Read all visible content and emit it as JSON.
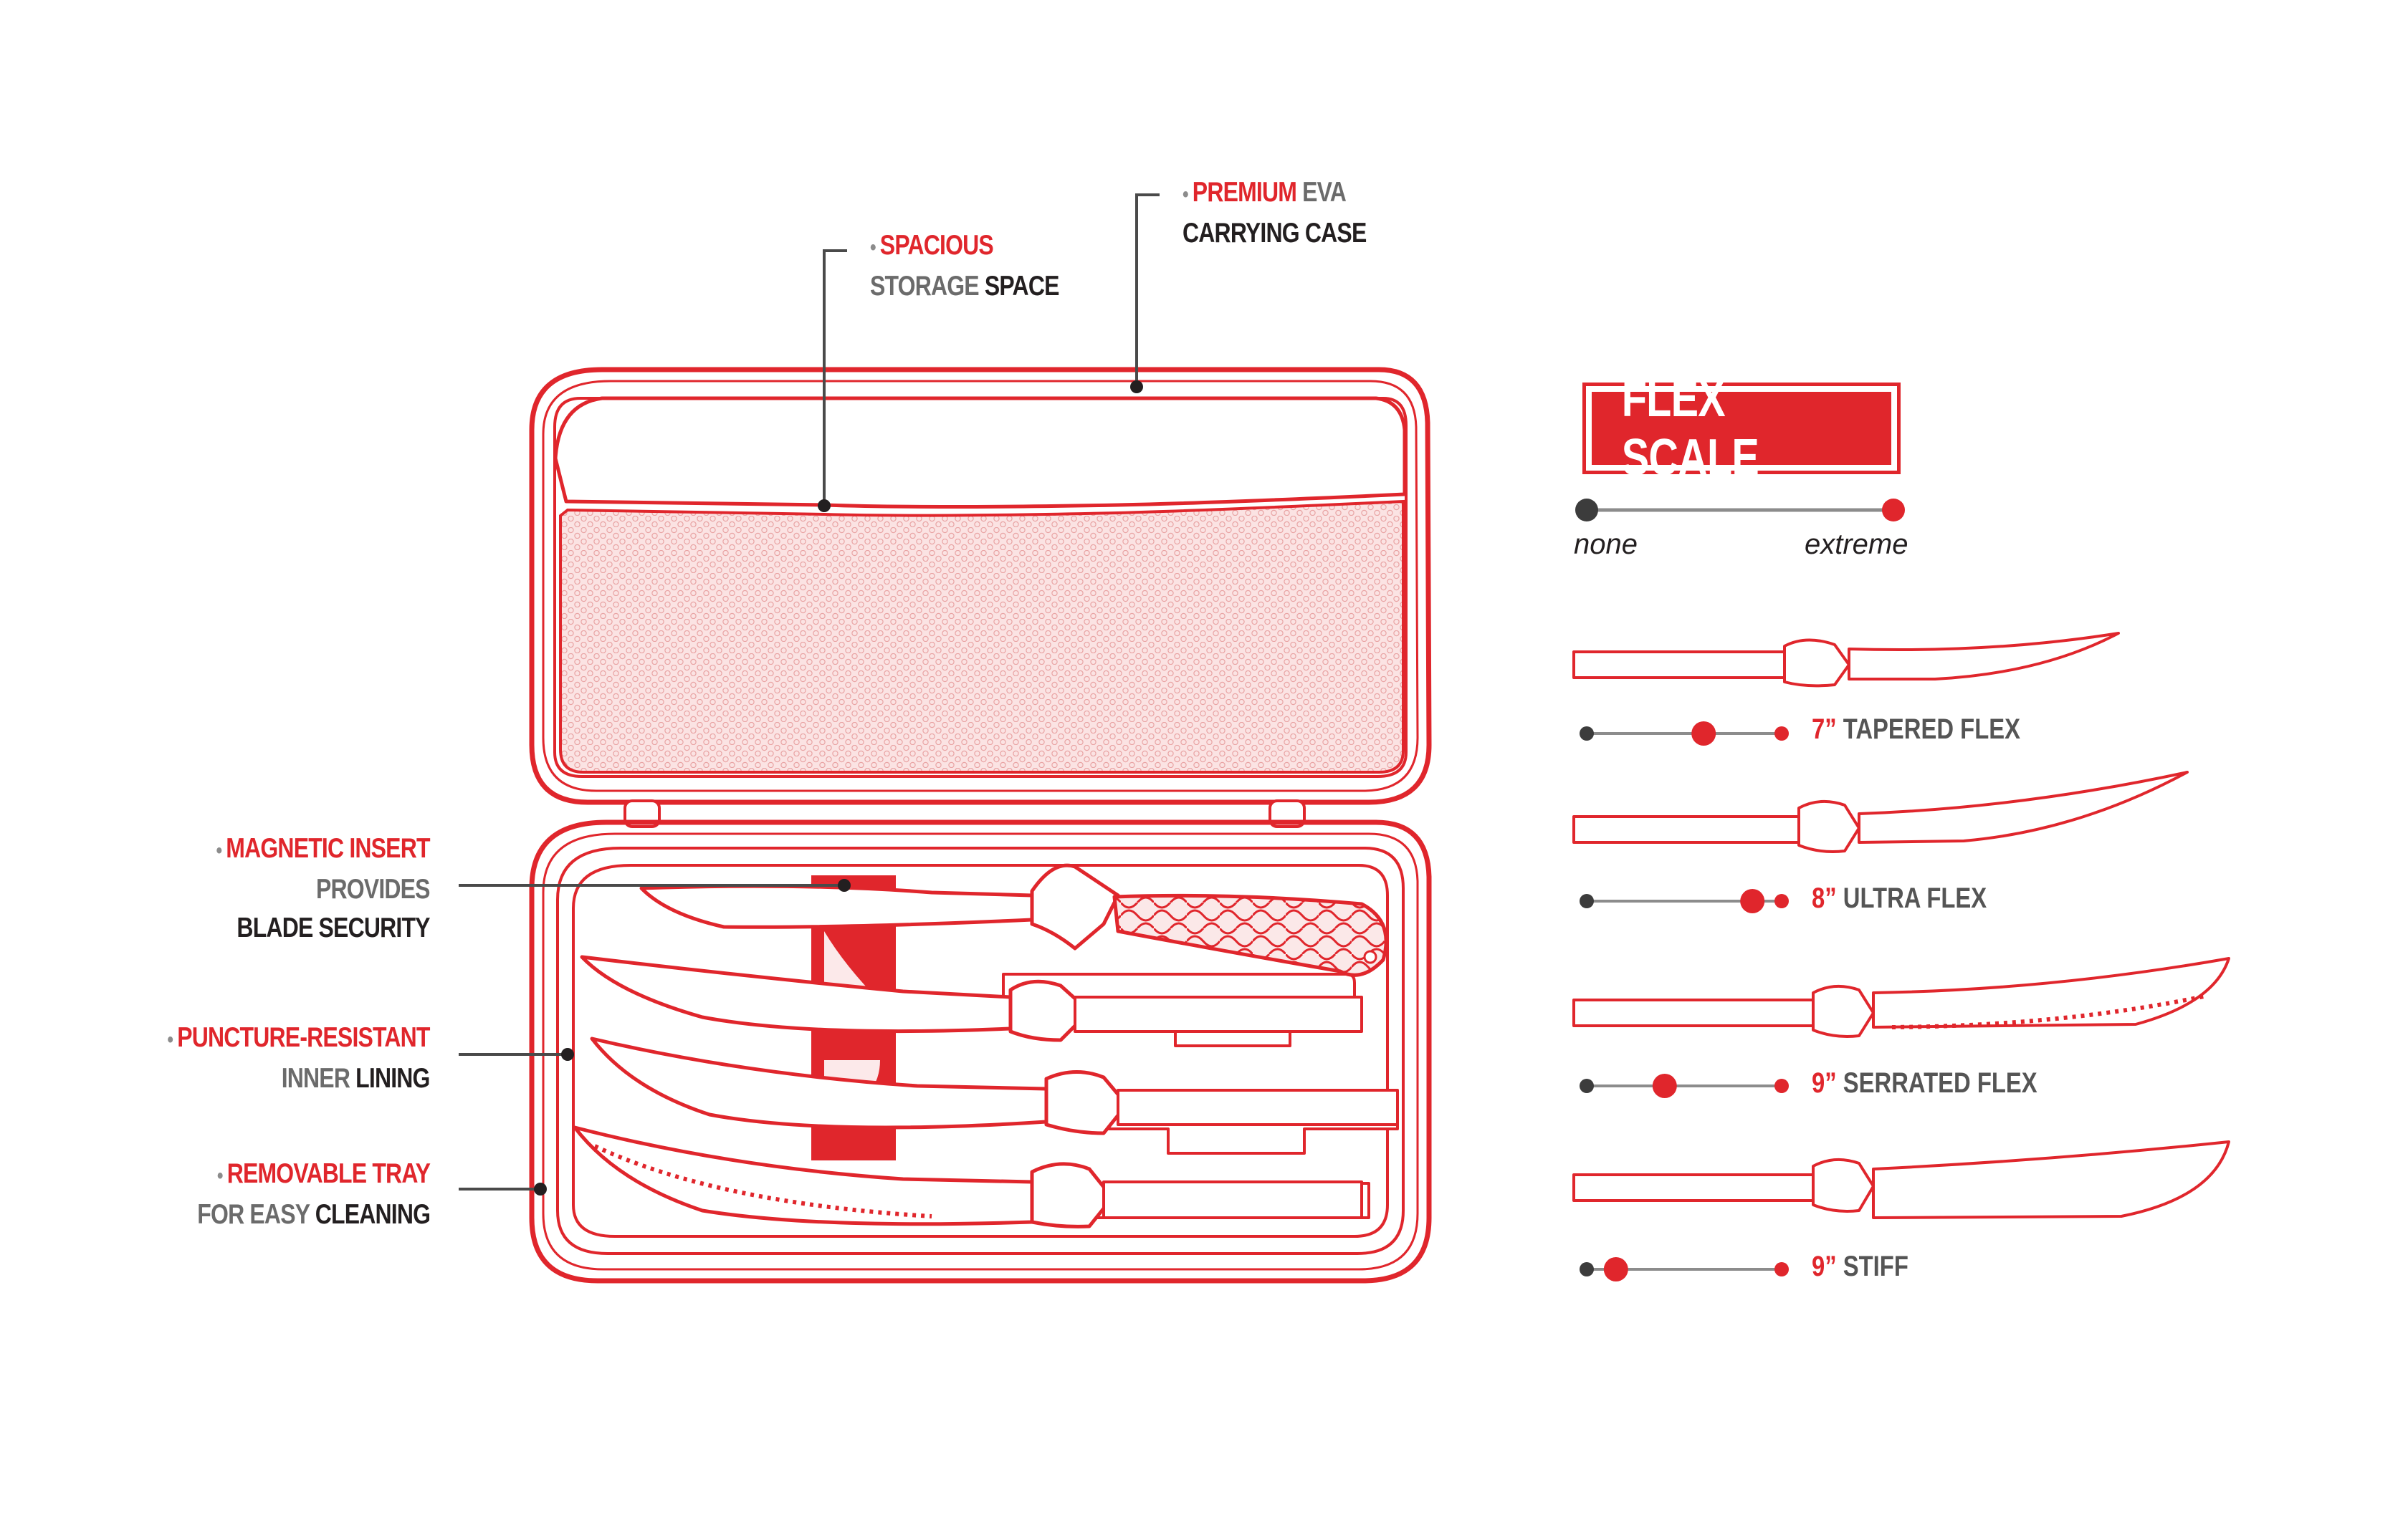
{
  "callouts": {
    "spacious": {
      "line1_red": "SPACIOUS",
      "line2_gray": "STORAGE",
      "line2_dark": "SPACE"
    },
    "premium": {
      "line1_red": "PREMIUM",
      "line1_gray": "EVA",
      "line2_dark": "CARRYING CASE"
    },
    "magnetic": {
      "line1_red": "MAGNETIC INSERT",
      "line2_gray": "PROVIDES",
      "line3_dark": "BLADE SECURITY"
    },
    "puncture": {
      "line1_red": "PUNCTURE-RESISTANT",
      "line2_gray": "INNER",
      "line2_dark": "LINING"
    },
    "tray": {
      "line1_red": "REMOVABLE TRAY",
      "line2_gray": "FOR EASY",
      "line2_dark": "CLEANING"
    }
  },
  "flex_scale": {
    "title": "FLEX SCALE",
    "min_label": "none",
    "max_label": "extreme",
    "knives": [
      {
        "size": "7”",
        "name": "TAPERED FLEX",
        "flex": 0.6
      },
      {
        "size": "8”",
        "name": "ULTRA FLEX",
        "flex": 0.85
      },
      {
        "size": "9”",
        "name": "SERRATED FLEX",
        "flex": 0.4
      },
      {
        "size": "9”",
        "name": "STIFF",
        "flex": 0.15
      }
    ]
  },
  "colors": {
    "accent": "#e0262c",
    "dark": "#3c3c3c",
    "gray": "#6b6b6b",
    "mesh": "#f4c9c9"
  }
}
